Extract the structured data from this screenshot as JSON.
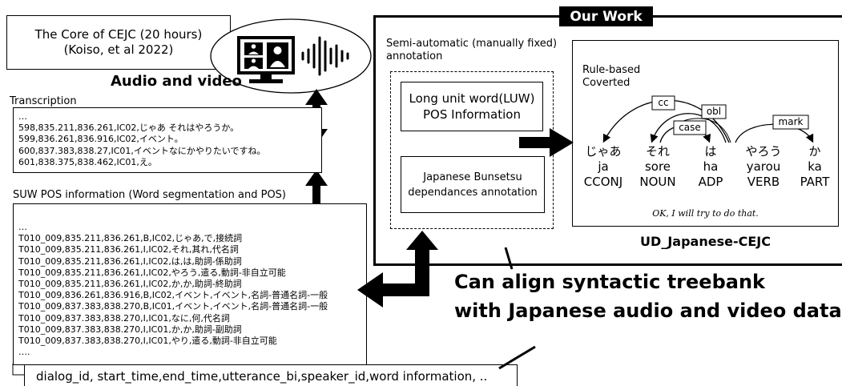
{
  "corpus": {
    "title": "The Core of CEJC (20 hours)",
    "citation": "(Koiso, et al  2022)"
  },
  "audio_video": {
    "label": "Audio and video"
  },
  "transcription": {
    "title": "Transcription",
    "lines": [
      "…",
      "598,835.211,836.261,IC02,じゃあ それはやろうか。",
      "599,836.261,836.916,IC02,イベント。",
      "600,837.383,838.27,IC01,イベントなにかやりたいですね。",
      "601,838.375,838.462,IC01,え。"
    ]
  },
  "suw": {
    "title": "SUW POS information (Word segmentation and POS)",
    "lines": [
      "…",
      "T010_009,835.211,836.261,B,IC02,じゃあ,で,接続詞",
      "T010_009,835.211,836.261,I,IC02,それ,其れ,代名詞",
      "T010_009,835.211,836.261,I,IC02,は,は,助詞-係助詞",
      "T010_009,835.211,836.261,I,IC02,やろう,遣る,動詞-非自立可能",
      "T010_009,835.211,836.261,I,IC02,か,か,助詞-終助詞",
      "T010_009,836.261,836.916,B,IC02,イベント,イベント,名詞-普通名詞-一般",
      "T010_009,837.383,838.270,B,IC01,イベント,イベント,名詞-普通名詞-一般",
      "T010_009,837.383,838.270,I,IC01,なに,何,代名詞",
      "T010_009,837.383,838.270,I,IC01,か,か,助詞-副助詞",
      "T010_009,837.383,838.270,I,IC01,やり,遣る,動詞-非自立可能",
      "…."
    ]
  },
  "fields_caption": "dialog_id, start_time,end_time,utterance_bi,speaker_id,word information, ..",
  "our_work": {
    "title": "Our Work",
    "semi_auto": "Semi-automatic (manually fixed) annotation",
    "luw": "Long unit word(LUW) POS Information",
    "bunsetsu": "Japanese Bunsetsu dependances annotation",
    "rule_based": "Rule-based Coverted",
    "ud_title": "UD_Japanese-CEJC"
  },
  "tree": {
    "tokens": [
      {
        "jp": "じゃあ",
        "roma": "ja",
        "pos": "CCONJ"
      },
      {
        "jp": "それ",
        "roma": "sore",
        "pos": "NOUN"
      },
      {
        "jp": "は",
        "roma": "ha",
        "pos": "ADP"
      },
      {
        "jp": "やろう",
        "roma": "yarou",
        "pos": "VERB"
      },
      {
        "jp": "か",
        "roma": "ka",
        "pos": "PART"
      }
    ],
    "relations": [
      "cc",
      "obl",
      "case",
      "mark"
    ],
    "translation": "OK, I will try to do that."
  },
  "headline": {
    "line1": "Can align syntactic treebank",
    "line2": "with Japanese audio and video data"
  },
  "icons": [
    "video-call-monitor-icon",
    "sound-wave-icon"
  ]
}
